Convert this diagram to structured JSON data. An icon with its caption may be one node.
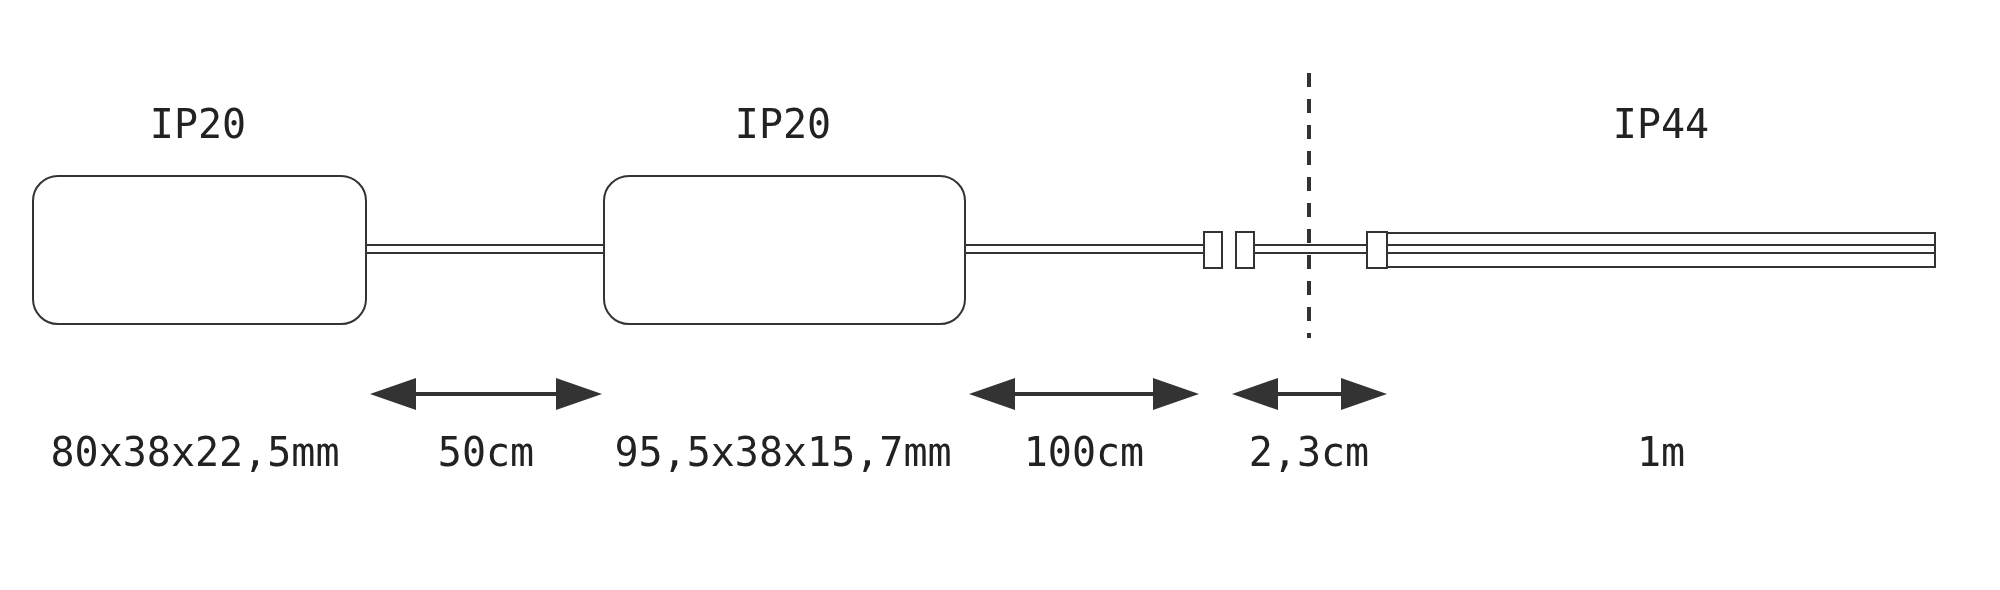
{
  "diagram": {
    "nodes": [
      {
        "text": [
          "IP20"
        ]
      },
      {
        "text": [
          "IP20"
        ]
      },
      {
        "text": [],
        "shape": "box"
      },
      {
        "text": [],
        "shape": "box"
      },
      {
        "text": [
          "IP44"
        ]
      }
    ],
    "edges": [
      {
        "from": 0,
        "to": 1,
        "arrow": "none"
      },
      {
        "from": 1,
        "to": 2,
        "arrow": "none"
      },
      {
        "from": 3,
        "to": 4,
        "arrow": "none"
      }
    ],
    "labels": [
      "80x38x22,5mm",
      "50cm",
      "95,5x38x15,7mm",
      "100cm",
      "2,3cm",
      "1m"
    ]
  }
}
